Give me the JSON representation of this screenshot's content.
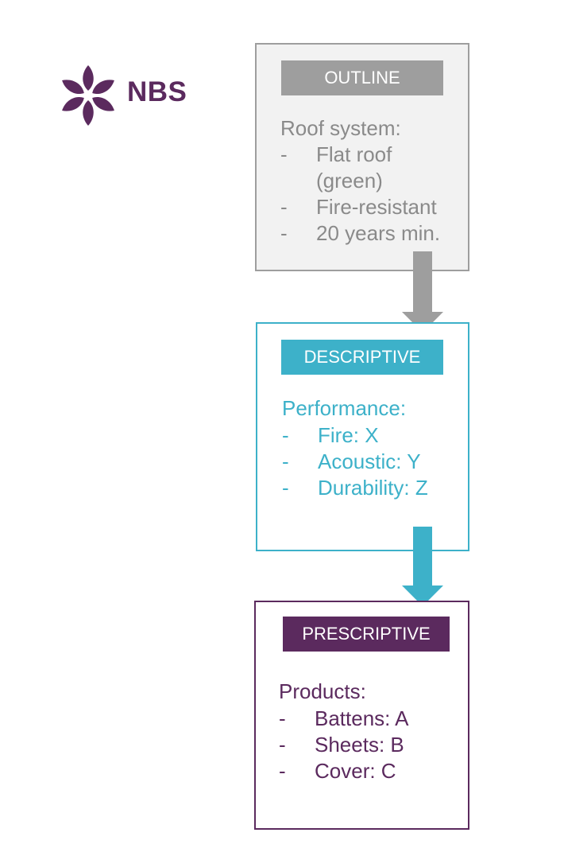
{
  "logo": {
    "text": "NBS",
    "color": "#5b2a5e"
  },
  "colors": {
    "outline": "#9e9e9e",
    "descriptive": "#3db1c9",
    "prescriptive": "#5b2a5e"
  },
  "outline": {
    "title": "OUTLINE",
    "heading": "Roof system:",
    "items": [
      {
        "dash": "-",
        "text": "Flat roof (green)"
      },
      {
        "dash": "-",
        "text": "Fire-resistant"
      },
      {
        "dash": "-",
        "text": "20 years min."
      }
    ]
  },
  "descriptive": {
    "title": "DESCRIPTIVE",
    "heading": "Performance:",
    "items": [
      {
        "dash": "-",
        "text": "Fire: X"
      },
      {
        "dash": "-",
        "text": "Acoustic: Y"
      },
      {
        "dash": "-",
        "text": "Durability: Z"
      }
    ]
  },
  "prescriptive": {
    "title": "PRESCRIPTIVE",
    "heading": "Products:",
    "items": [
      {
        "dash": "-",
        "text": "Battens: A"
      },
      {
        "dash": "-",
        "text": "Sheets: B"
      },
      {
        "dash": "-",
        "text": "Cover: C"
      }
    ]
  }
}
